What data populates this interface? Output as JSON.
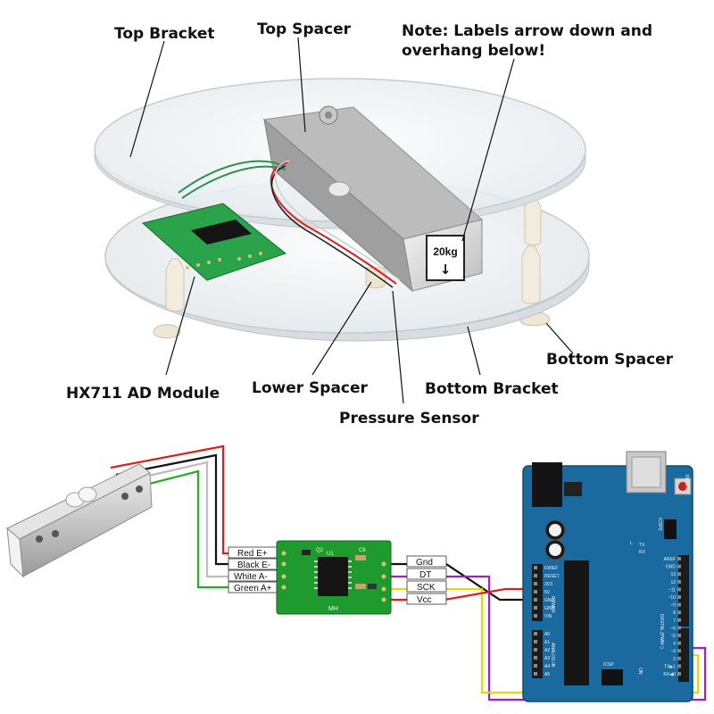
{
  "labels": {
    "top_bracket": "Top Bracket",
    "top_spacer": "Top Spacer",
    "note_line1": "Note: Labels arrow down and",
    "note_line2": "overhang below!",
    "hx711": "HX711 AD Module",
    "lower_spacer": "Lower Spacer",
    "bottom_bracket": "Bottom Bracket",
    "bottom_spacer": "Bottom Spacer",
    "pressure_sensor": "Pressure Sensor"
  },
  "load_cell_label": {
    "rating": "20kg",
    "arrow": "↓"
  },
  "module": {
    "q2": "Q2",
    "c6": "C6",
    "u1": "U1",
    "brand": "MH"
  },
  "wiring": {
    "left": [
      {
        "text": "Red E+",
        "color": "#e21b1b"
      },
      {
        "text": "Black E-",
        "color": "#111111"
      },
      {
        "text": "White A-",
        "color": "#bdbdbd"
      },
      {
        "text": "Green A+",
        "color": "#22b022"
      }
    ],
    "right": [
      {
        "text": "Gnd",
        "color": "#111111"
      },
      {
        "text": "DT",
        "color": "#a020c0"
      },
      {
        "text": "SCK",
        "color": "#e8d800"
      },
      {
        "text": "Vcc",
        "color": "#e21b1b"
      }
    ]
  },
  "arduino": {
    "reset": "RESET",
    "icsp2": "ICSP2",
    "icsp": "ICSP",
    "tx": "TX",
    "rx": "RX",
    "l": "L",
    "on": "ON",
    "power": "POWER",
    "analog_in": "ANALOG IN",
    "digital": "DIGITAL (PWM~)",
    "power_pins": [
      "IOREF",
      "RESET",
      "3V3",
      "5V",
      "GND",
      "GND",
      "VIN"
    ],
    "analog_pins": [
      "A0",
      "A1",
      "A2",
      "A3",
      "A4",
      "A5"
    ],
    "digital_pins": [
      "AREF",
      "GND",
      "13",
      "12",
      "~11",
      "~10",
      "~9",
      "8",
      "7",
      "~6",
      "~5",
      "4",
      "~3",
      "2",
      "TX▶1",
      "RX◀0"
    ]
  },
  "colors": {
    "board": "#1a6aa0",
    "module_pcb": "#1f9a2e",
    "acrylic": "#eef2f4"
  }
}
